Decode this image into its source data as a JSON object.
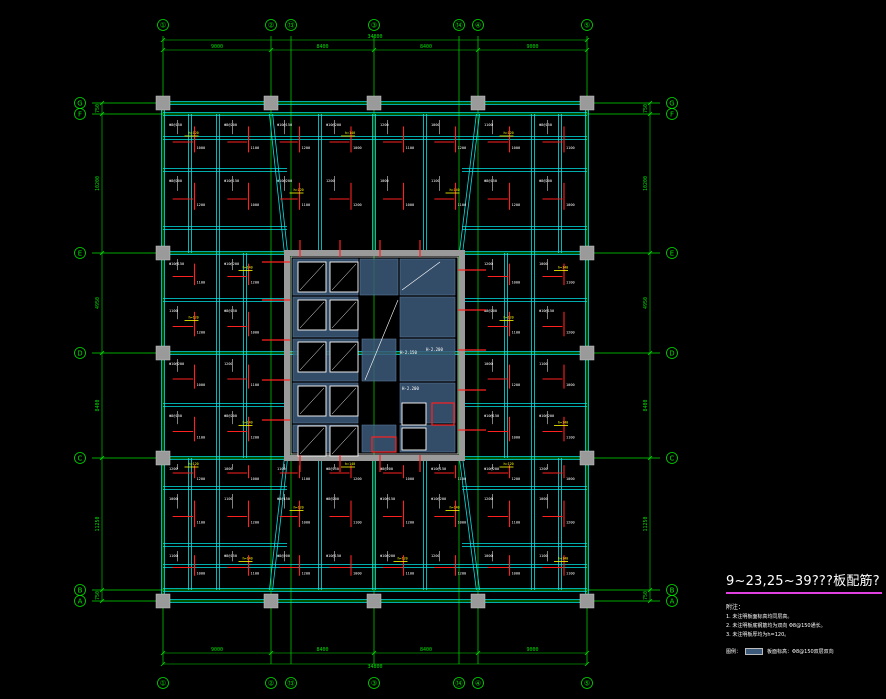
{
  "drawing": {
    "colors": {
      "background": "#000000",
      "grid_lines": "#00e000",
      "beams": "#00e5e5",
      "rebar": "#ff2020",
      "dim_lines": "#ffff00",
      "columns": "#9a9a9a",
      "core_hatch": "#3d5a7a"
    },
    "top_axes": [
      "①",
      "②",
      "⑬",
      "③",
      "⑭",
      "④",
      "⑤"
    ],
    "bottom_axes": [
      "①",
      "②",
      "⑬",
      "③",
      "⑭",
      "④",
      "⑤"
    ],
    "left_axes": [
      "G",
      "F",
      "E",
      "D",
      "C",
      "B",
      "A"
    ],
    "right_axes": [
      "G",
      "F",
      "E",
      "D",
      "C",
      "B",
      "A"
    ],
    "top_dims": [
      "9000",
      "8400",
      "8400",
      "9000"
    ],
    "top_total": "34800",
    "bottom_dims": [
      "9000",
      "8400",
      "8400",
      "9000"
    ],
    "bottom_total": "34800",
    "left_dims": [
      "750",
      "10200",
      "4950",
      "8400",
      "11250",
      "750"
    ],
    "right_dims": [
      "750",
      "10200",
      "4950",
      "8400",
      "11250",
      "750"
    ],
    "slab_labels": [
      "Φ8@150",
      "Φ8@200",
      "Φ10@150",
      "Φ10@200",
      "1200",
      "1000",
      "1100",
      "h=140",
      "h=120",
      "H-2.150",
      "H-2.200"
    ]
  },
  "legend": {
    "title": "9~23,25~39???板配筋?",
    "notes_head": "附注：",
    "notes": [
      "1. 未注明板面标高均同层高。",
      "2. 未注明板底钢筋均为双向 Φ8@150通长。",
      "3. 未注明板厚均为h=120。"
    ],
    "key_label": "图例：",
    "key_text": "板面标高：Φ8@150双层双向"
  }
}
